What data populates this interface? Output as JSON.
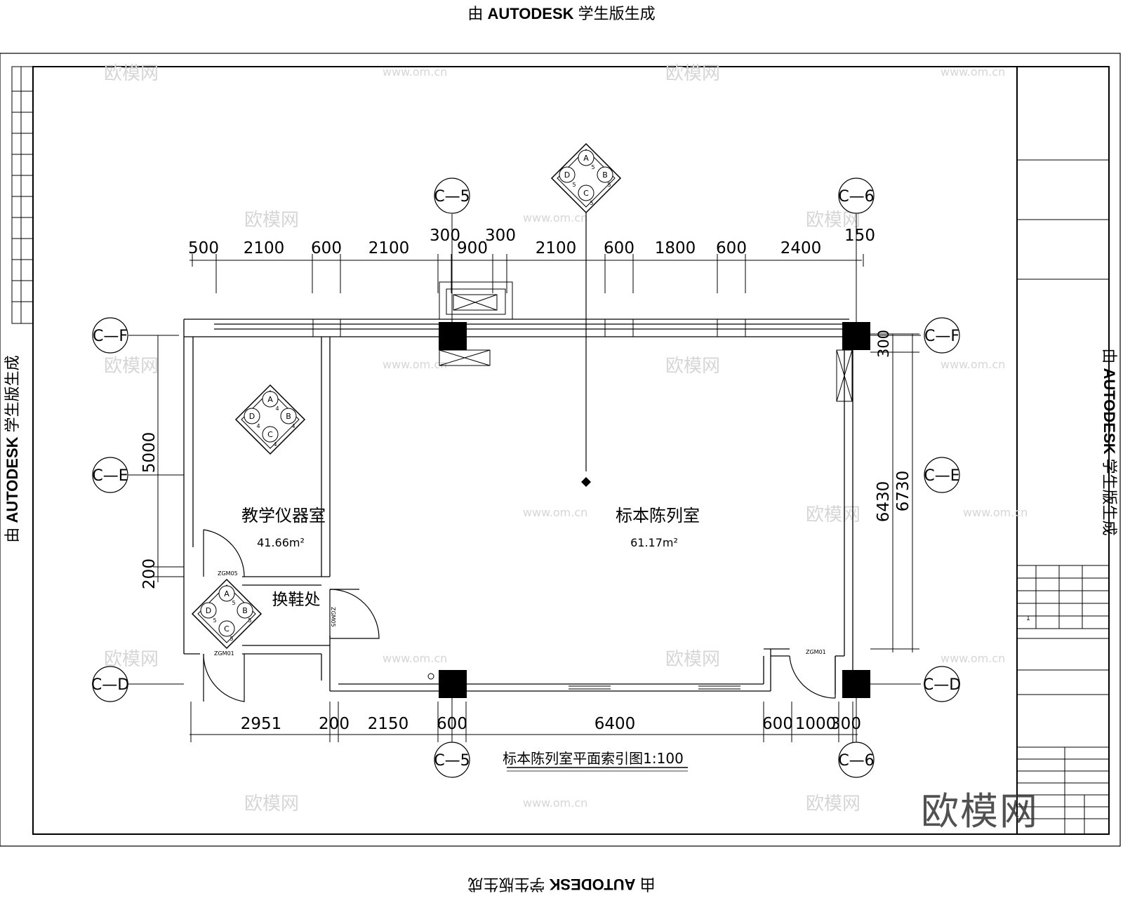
{
  "stamp": {
    "prefix": "由 ",
    "brand": "AUTODESK",
    "suffix": " 学生版生成"
  },
  "watermark": {
    "brand_cn": "欧模网",
    "site": "www.om.cn",
    "logo": "欧模网"
  },
  "grid_labels": {
    "c5": "C—5",
    "c6": "C—6",
    "cf": "C—F",
    "ce": "C—E",
    "cd": "C—D"
  },
  "top_dims": [
    "500",
    "2100",
    "600",
    "2100",
    "300",
    "900",
    "300",
    "2100",
    "600",
    "1800",
    "600",
    "2400",
    "150"
  ],
  "bottom_dims": [
    "2951",
    "200",
    "2150",
    "600",
    "6400",
    "600",
    "1000",
    "300"
  ],
  "left_dims": {
    "upper": "5000",
    "lower": "200"
  },
  "right_dims": {
    "small": "300",
    "inner": "6430",
    "outer": "6730"
  },
  "rooms": {
    "teaching": {
      "name": "教学仪器室",
      "area": "41.66m²"
    },
    "specimen": {
      "name": "标本陈列室",
      "area": "61.17m²"
    },
    "shoe": {
      "name": "换鞋处"
    }
  },
  "door_tags": {
    "d1": "ZGM05",
    "d2": "ZGM01",
    "d3": "ZGM05",
    "d4": "ZGM01"
  },
  "index_symbols": {
    "main": {
      "a": "A",
      "b": "B",
      "c": "C",
      "d": "D",
      "num": "5"
    },
    "teaching": {
      "a": "A",
      "b": "B",
      "c": "C",
      "d": "D",
      "num": "4"
    },
    "shoe": {
      "a": "A",
      "b": "B",
      "c": "C",
      "d": "D",
      "num": "5"
    }
  },
  "drawing_title": "标本陈列室平面索引图1:100",
  "title_block": {
    "row_no": "1"
  }
}
